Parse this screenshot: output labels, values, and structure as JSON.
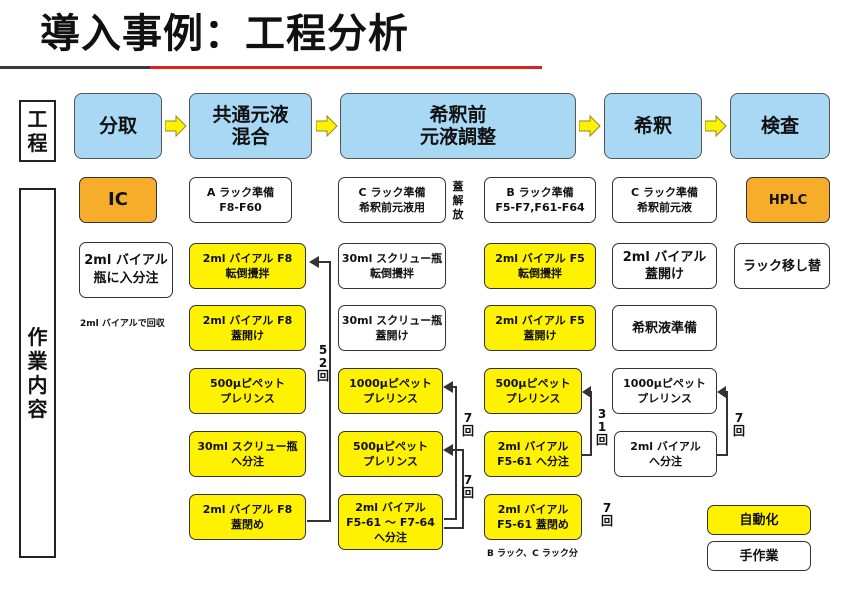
{
  "title": "導入事例：工程分析",
  "side_labels": {
    "process": [
      "工",
      "程"
    ],
    "work": [
      "作",
      "業",
      "内",
      "容"
    ]
  },
  "processes": [
    {
      "lines": [
        "分取"
      ]
    },
    {
      "lines": [
        "共通元液",
        "混合"
      ]
    },
    {
      "lines": [
        "希釈前",
        "元液調整"
      ]
    },
    {
      "lines": [
        "希釈"
      ]
    },
    {
      "lines": [
        "検査"
      ]
    }
  ],
  "boxes": {
    "ic": [
      "IC"
    ],
    "vial_split": [
      "2ml バイアル",
      "瓶に入分注"
    ],
    "a_prep": [
      "A ラック準備",
      "F8-F60"
    ],
    "a1": [
      "2ml バイアル F8",
      "転倒攪拌"
    ],
    "a2": [
      "2ml バイアル F8",
      "蓋開け"
    ],
    "a3": [
      "500μピペット",
      "プレリンス"
    ],
    "a4": [
      "30ml スクリュー瓶",
      "へ分注"
    ],
    "a5": [
      "2ml バイアル F8",
      "蓋閉め"
    ],
    "c_prep": [
      "C ラック準備",
      "希釈前元液用"
    ],
    "c1": [
      "30ml スクリュー瓶",
      "転倒攪拌"
    ],
    "c2": [
      "30ml スクリュー瓶",
      "蓋開け"
    ],
    "c3": [
      "1000μピペット",
      "プレリンス"
    ],
    "c4": [
      "500μピペット",
      "プレリンス"
    ],
    "c5": [
      "2ml バイアル",
      "F5-61 ～ F7-64",
      "へ分注"
    ],
    "b_prep": [
      "B ラック準備",
      "F5-F7,F61-F64"
    ],
    "b1": [
      "2ml バイアル F5",
      "転倒攪拌"
    ],
    "b2": [
      "2ml バイアル F5",
      "蓋開け"
    ],
    "b3": [
      "500μピペット",
      "プレリンス"
    ],
    "b4": [
      "2ml バイアル",
      "F5-61 へ分注"
    ],
    "b5": [
      "2ml バイアル",
      "F5-61 蓋閉め"
    ],
    "d_prep": [
      "C ラック準備",
      "希釈前元液"
    ],
    "d1": [
      "2ml バイアル",
      "蓋開け"
    ],
    "d2": [
      "希釈液準備"
    ],
    "d3": [
      "1000μピペット",
      "プレリンス"
    ],
    "d4": [
      "2ml バイアル",
      "へ分注"
    ],
    "hplc": [
      "HPLC"
    ],
    "rack_move": [
      "ラック移し替"
    ]
  },
  "notes": {
    "recover": "2ml バイアルで回収",
    "bc_rack": "B ラック、C ラック分",
    "lid_release": [
      "蓋",
      "解",
      "放"
    ]
  },
  "counts": {
    "c52": [
      "5",
      "2",
      "回"
    ],
    "c7a": [
      "7",
      "回"
    ],
    "c7b": [
      "7",
      "回"
    ],
    "c31": [
      "3",
      "1",
      "回"
    ],
    "c7c": [
      "7",
      "回"
    ],
    "c7d": [
      "7",
      "回"
    ]
  },
  "legend": {
    "auto": "自動化",
    "manual": "手作業"
  },
  "colors": {
    "process": "#a9d8f5",
    "auto": "#fff200",
    "instrument": "#f5ad2a",
    "arrow": "#fff200",
    "accent": "#e0201c"
  }
}
